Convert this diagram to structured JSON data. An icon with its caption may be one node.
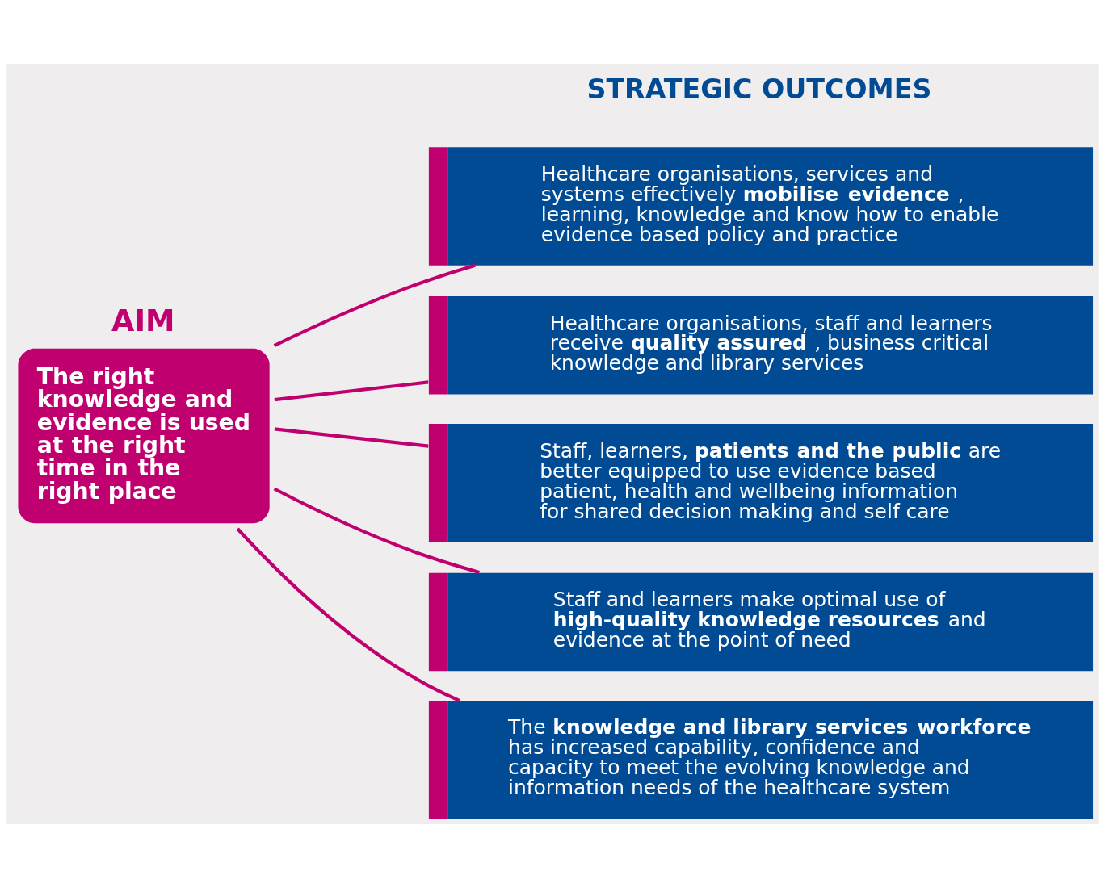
{
  "diagram": {
    "nodes": [
      {
        "text": [
          "AIM",
          "The right knowledge and evidence is used at the right time in the right place"
        ]
      },
      {
        "text": [
          "Healthcare organisations, services and systems effectively **mobilise evidence**, learning, knowledge and know how to enable evidence based policy and practice"
        ]
      },
      {
        "text": [
          "Healthcare organisations, staff and learners receive **quality assured**, business critical knowledge and library services"
        ]
      },
      {
        "text": [
          "Staff, learners, **patients and the public** are better equipped to use evidence based patient, health and wellbeing information for shared decision making and self care"
        ]
      },
      {
        "text": [
          "Staff and learners make optimal use of **high-quality knowledge resources** and evidence at the point of need"
        ]
      },
      {
        "text": [
          "The **knowledge and library services workforce** has increased capability, confidence and capacity to meet the evolving knowledge and information needs of the healthcare system"
        ]
      }
    ],
    "edges": [
      {
        "from": 0,
        "to": 1,
        "arrow": "none"
      },
      {
        "from": 0,
        "to": 2,
        "arrow": "none"
      },
      {
        "from": 0,
        "to": 3,
        "arrow": "none"
      },
      {
        "from": 0,
        "to": 4,
        "arrow": "none"
      },
      {
        "from": 0,
        "to": 5,
        "arrow": "none"
      }
    ],
    "labels": [
      "STRATEGIC OUTCOMES"
    ]
  }
}
